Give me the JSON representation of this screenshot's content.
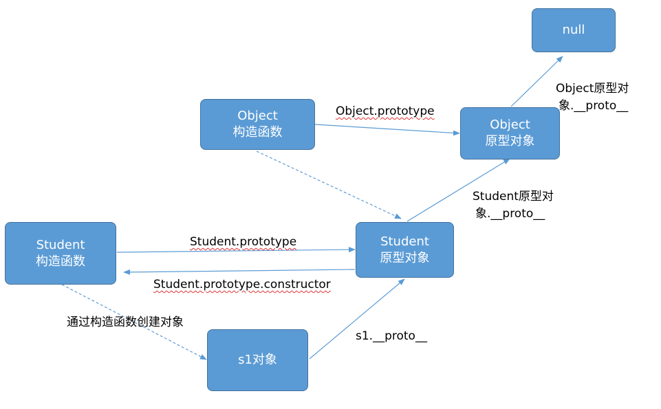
{
  "nodes": {
    "null_node": {
      "line1": "null"
    },
    "object_constructor": {
      "line1": "Object",
      "line2": "构造函数"
    },
    "object_prototype": {
      "line1": "Object",
      "line2": "原型对象"
    },
    "student_constructor": {
      "line1": "Student",
      "line2": "构造函数"
    },
    "student_prototype": {
      "line1": "Student",
      "line2": "原型对象"
    },
    "s1": {
      "line1": "s1对象"
    }
  },
  "edges": {
    "object_prototype_label": "Object.prototype",
    "object_proto_label_line1": "Object原型对",
    "object_proto_label_line2": "象.__proto__",
    "student_proto_label_line1": "Student原型对",
    "student_proto_label_line2": "象.__proto__",
    "student_prototype_label": "Student.prototype",
    "student_constructor_label": "Student.prototype.constructor",
    "create_label": "通过构造函数创建对象",
    "s1_proto_label": "s1.__proto__"
  },
  "colors": {
    "node_fill": "#5b9bd5",
    "node_border": "#41719c",
    "edge": "#5b9bd5"
  }
}
